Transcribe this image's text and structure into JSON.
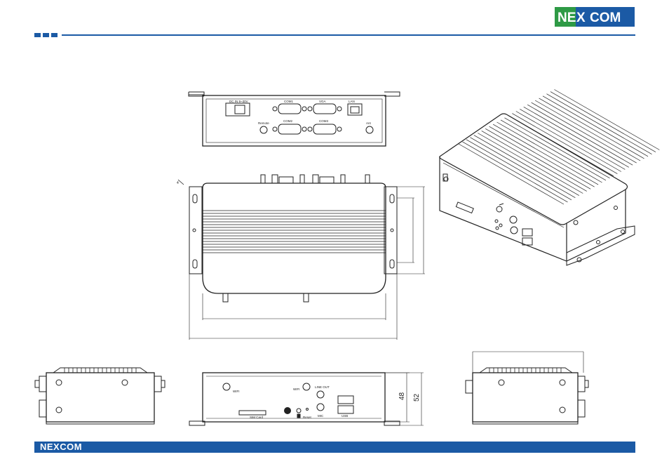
{
  "brand": {
    "logo_left": "NE",
    "logo_x": "X",
    "logo_right": "COM",
    "footer_logo": "NEXCOM",
    "colors": {
      "blue": "#1b5aa5",
      "green": "#2e9a45",
      "line": "#222222"
    }
  },
  "front_panel": {
    "labels": {
      "dc_in": "DC IN 9~30V",
      "com1": "COM1",
      "vga": "VGA",
      "lan": "LAN",
      "remote": "Remote",
      "com2": "COM2",
      "com3": "COM3",
      "antenna": "Ant"
    }
  },
  "rear_panel": {
    "labels": {
      "wifi_left": "WIFI",
      "wifi_right": "WIFI",
      "line_out": "LINE OUT",
      "sim": "SIM Card",
      "reset": "Reset",
      "mic": "MIC",
      "usb": "USB"
    }
  },
  "dimensions": {
    "height_body": "48",
    "height_total": "52"
  }
}
